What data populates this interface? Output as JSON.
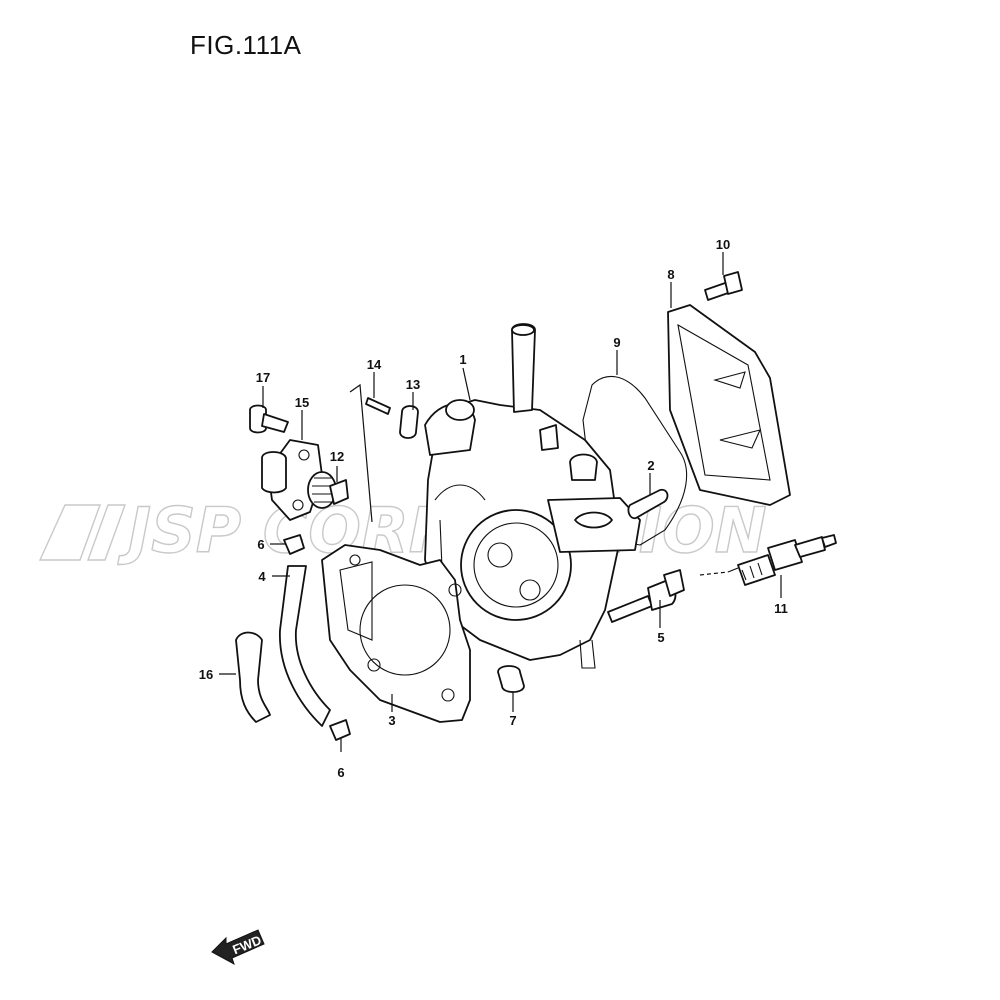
{
  "figure": {
    "title": "FIG.111A"
  },
  "watermark": {
    "text": "JSP CORPORATION"
  },
  "direction": {
    "label": "FWD"
  },
  "callouts": [
    {
      "id": "c1",
      "number": "1"
    },
    {
      "id": "c2",
      "number": "2"
    },
    {
      "id": "c3",
      "number": "3"
    },
    {
      "id": "c4",
      "number": "4"
    },
    {
      "id": "c5",
      "number": "5"
    },
    {
      "id": "c6a",
      "number": "6"
    },
    {
      "id": "c6b",
      "number": "6"
    },
    {
      "id": "c7",
      "number": "7"
    },
    {
      "id": "c8",
      "number": "8"
    },
    {
      "id": "c9",
      "number": "9"
    },
    {
      "id": "c10",
      "number": "10"
    },
    {
      "id": "c11",
      "number": "11"
    },
    {
      "id": "c12",
      "number": "12"
    },
    {
      "id": "c13",
      "number": "13"
    },
    {
      "id": "c14",
      "number": "14"
    },
    {
      "id": "c15",
      "number": "15"
    },
    {
      "id": "c16",
      "number": "16"
    },
    {
      "id": "c17",
      "number": "17"
    }
  ]
}
